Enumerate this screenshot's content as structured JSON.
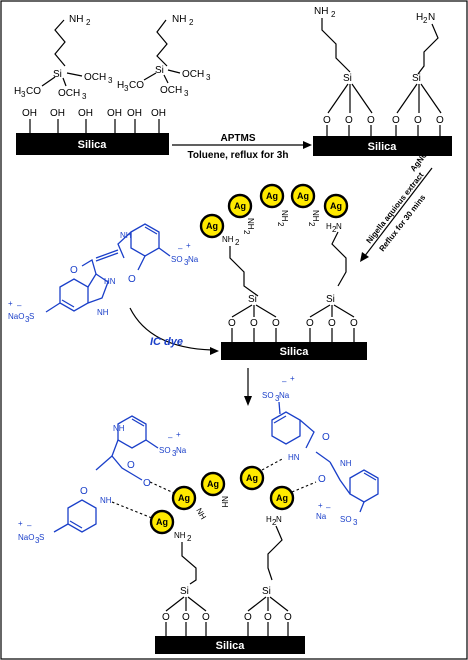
{
  "labels": {
    "nh2": "NH",
    "sub2": "2",
    "si": "Si",
    "och3": "OCH",
    "h3co": "H",
    "h3co_b": "CO",
    "sub3": "3",
    "oh": "OH",
    "o": "O",
    "silica": "Silica",
    "ag": "Ag",
    "h2n": "H",
    "h2n_b": "N",
    "nh": "NH",
    "hn": "HN",
    "so3na_a": "SO",
    "so3na_b": "Na",
    "naso3s_a": "NaO",
    "naso3s_b": "S",
    "plus": "+",
    "minus": "–"
  },
  "steps": {
    "step1_reagent": "APTMS",
    "step1_conditions": "Toluene, reflux for 3h",
    "step2_reagent": "AgNO",
    "step2_reagent_sub": "3",
    "step2_extract": "Nigella aquious extract",
    "step2_conditions": "Reflux for 30 mins",
    "step3_reagent": "IC dye"
  },
  "colors": {
    "dye": "#1a3fc9",
    "silver": "#ffea00",
    "silica_bar": "#000000"
  }
}
